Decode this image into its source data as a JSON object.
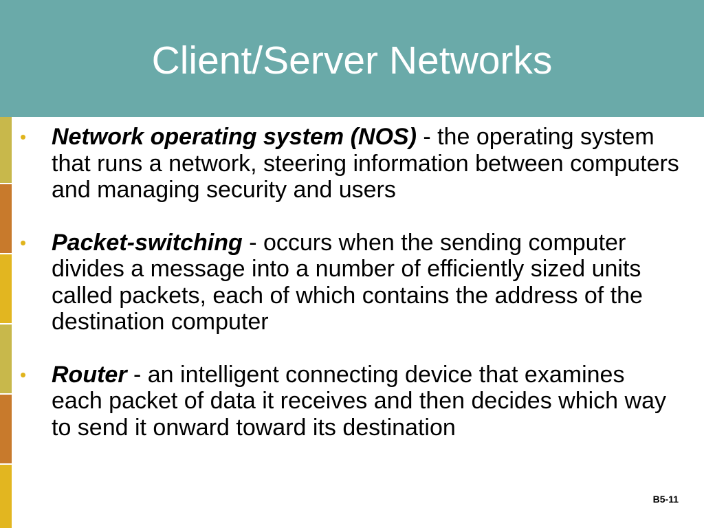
{
  "slide": {
    "title": "Client/Server Networks",
    "slide_number": "B5-11",
    "colors": {
      "title_band": "#6aaaa9",
      "title_text": "#ffffff",
      "bullet_marker": "#e0b41c",
      "strip_segments": [
        "#c8b84b",
        "#c87a2c",
        "#e2b620",
        "#c8b84b",
        "#c87a2c",
        "#e2b620"
      ]
    },
    "bullets": [
      {
        "term": "Network operating system (NOS)",
        "definition": " - the operating system that runs a network, steering information between computers and managing security and users"
      },
      {
        "term": "Packet-switching",
        "definition": " - occurs when the sending computer divides a message into a number of efficiently sized units called packets, each of which contains the address of the destination computer"
      },
      {
        "term": "Router",
        "definition": " - an intelligent connecting device that examines each packet of data it receives and then decides which way to send it onward toward its destination"
      }
    ]
  }
}
